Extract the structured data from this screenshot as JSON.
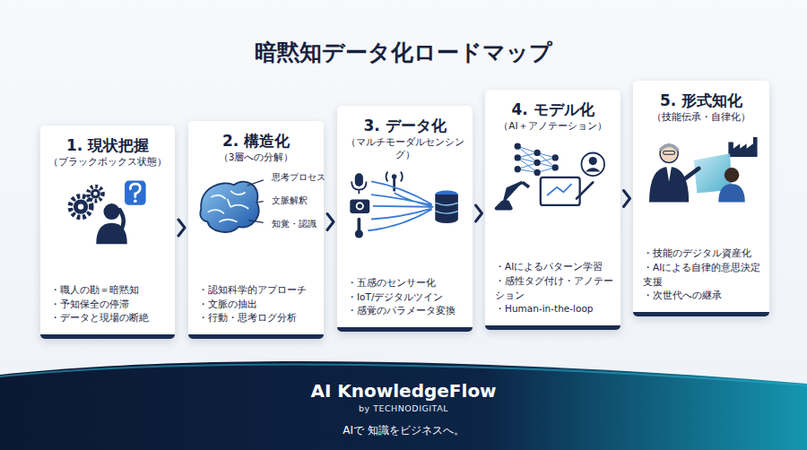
{
  "diagram": {
    "title": "暗黙知データ化ロードマップ",
    "nodes": [
      {
        "text": [
          "1. 現状把握",
          "（ブラックボックス状態）",
          "・職人の勘＝暗黙知",
          "・予知保全の停滞",
          "・データと現場の断絶"
        ]
      },
      {
        "text": [
          "2. 構造化",
          "（3層への分解）",
          "・認知科学的アプローチ",
          "・文脈の抽出",
          "・行動・思考ログ分析"
        ]
      },
      {
        "text": [
          "3. データ化",
          "（マルチモーダルセンシング）",
          "・五感のセンサー化",
          "・IoT/デジタルツイン",
          "・感覚のパラメータ変換"
        ]
      },
      {
        "text": [
          "4. モデル化",
          "（AI＋アノテーション）",
          "・AIによるパターン学習",
          "・感性タグ付け・アノテーション",
          "・Human-in-the-loop"
        ]
      },
      {
        "text": [
          "5. 形式知化",
          "（技能伝承・自律化）",
          "・技能のデジタル資産化",
          "・AIによる自律的意思決定支援",
          "・次世代への継承"
        ]
      },
      {
        "text": [
          "AI KnowledgeFlow",
          "by TECHNODIGITAL",
          "AIで 知識をビジネスへ。"
        ]
      }
    ],
    "edges": [
      {
        "from": 0,
        "to": 1,
        "arrow": "to"
      },
      {
        "from": 1,
        "to": 2,
        "arrow": "to"
      },
      {
        "from": 2,
        "to": 3,
        "arrow": "to"
      },
      {
        "from": 3,
        "to": 4,
        "arrow": "to"
      }
    ],
    "labels": [
      "思考プロセス",
      "文脈解釈",
      "知覚・認識"
    ]
  }
}
